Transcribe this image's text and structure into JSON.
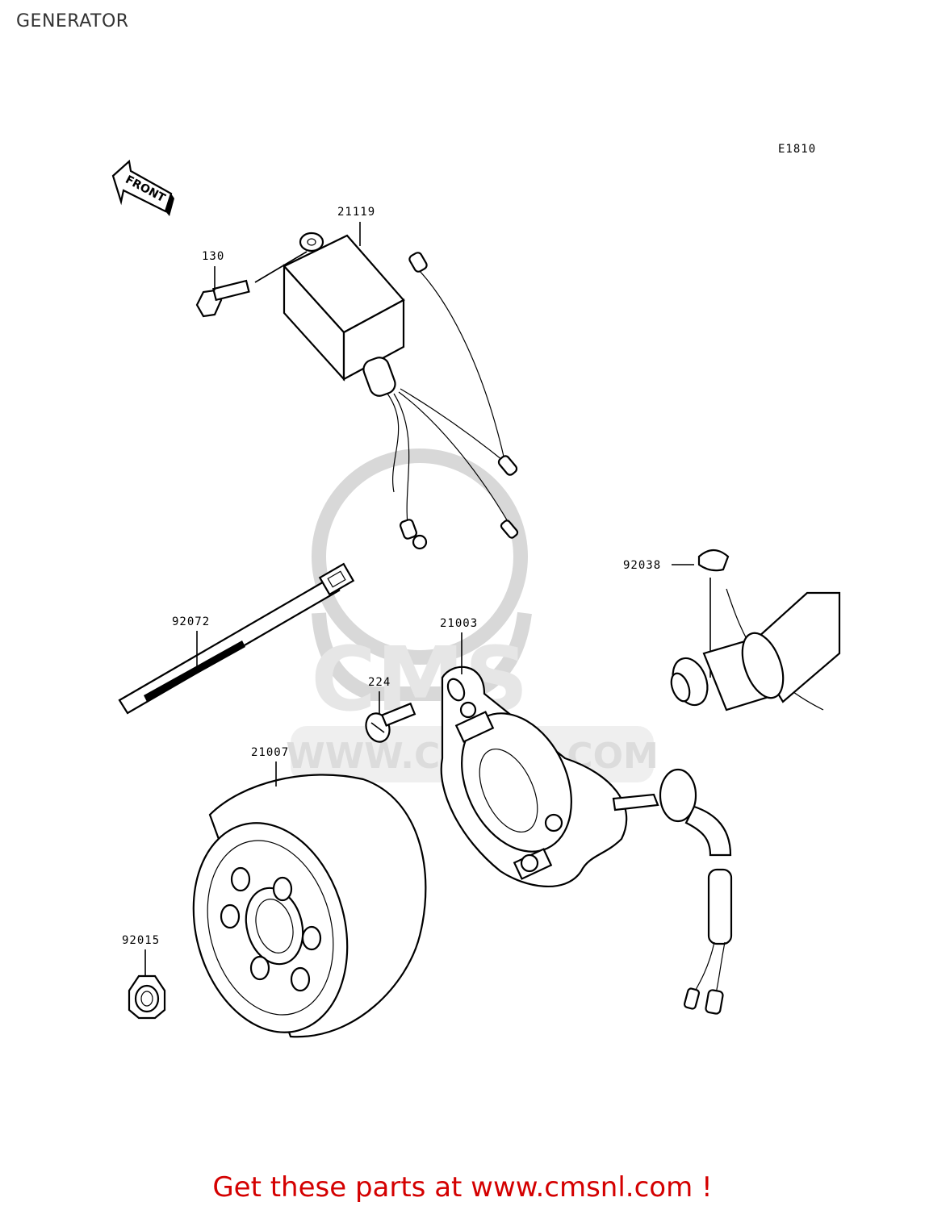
{
  "page": {
    "title": "GENERATOR"
  },
  "diagram": {
    "ref_code": "E1810",
    "front_label": "FRONT",
    "watermark": {
      "brand": "CMS",
      "url": "WWW.CMSNL.COM"
    },
    "callouts": {
      "ignitor": "21119",
      "bolt": "130",
      "key": "92038",
      "band": "92072",
      "stator": "21003",
      "screw": "224",
      "flywheel": "21007",
      "nut": "92015"
    }
  },
  "footer": {
    "cta": "Get these parts at www.cmsnl.com !"
  }
}
